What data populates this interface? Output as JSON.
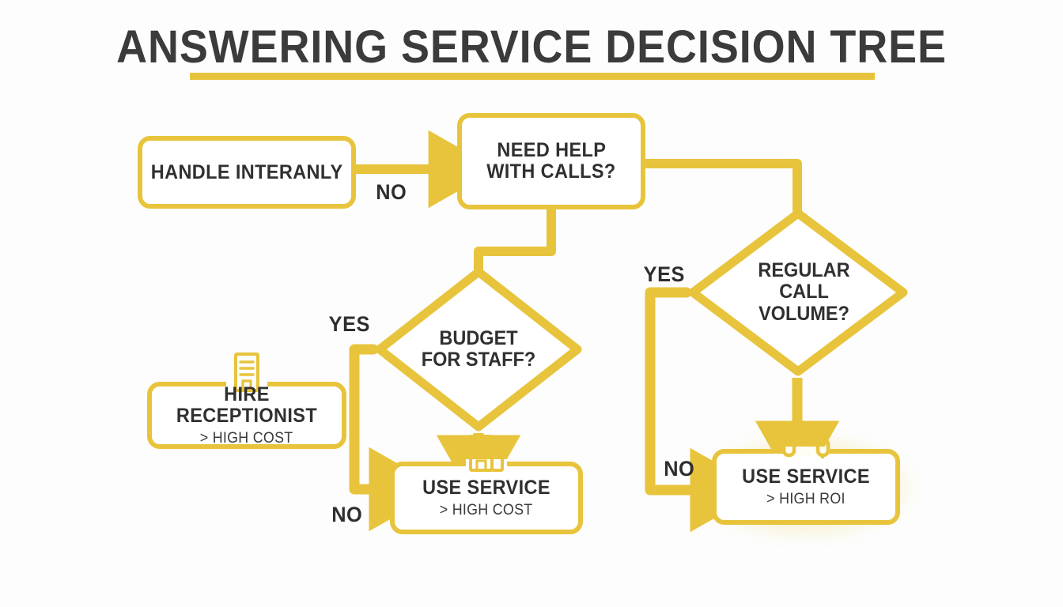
{
  "header": {
    "title": "ANSWERING SERVICE DECISION TREE",
    "rule_color": "#E8C43C"
  },
  "theme": {
    "accent": "#E8C43C",
    "accent_light": "#EFCE5B",
    "text": "#303030",
    "background": "#FCFDFC",
    "node_fill": "#FFFFFF"
  },
  "diagram": {
    "type": "decision-tree",
    "nodes": [
      {
        "id": "handle-internally",
        "shape": "rounded-rect",
        "label": "HANDLE INTERANLY",
        "sub": "",
        "icon": ""
      },
      {
        "id": "need-help-with-calls",
        "shape": "rounded-rect",
        "label_line1": "NEED HELP",
        "label_line2": "WITH CALLS?",
        "icon": ""
      },
      {
        "id": "budget-for-staff",
        "shape": "diamond",
        "label_line1": "BUDGET",
        "label_line2": "FOR STAFF?"
      },
      {
        "id": "regular-call-volume",
        "shape": "diamond",
        "label_line1": "REGULAR",
        "label_line2": "CALL",
        "label_line3": "VOLUME?"
      },
      {
        "id": "hire-receptionist",
        "shape": "rounded-rect",
        "label": "HIRE RECEPTIONIST",
        "sub": "> HIGH COST",
        "icon": "building-icon"
      },
      {
        "id": "use-service-high-cost",
        "shape": "rounded-rect",
        "label": "USE SERVICE",
        "sub": "> HIGH COST",
        "icon": "building-icon"
      },
      {
        "id": "use-service-high-roi",
        "shape": "rounded-rect",
        "label": "USE SERVICE",
        "sub": "> HIGH ROI",
        "icon": "headset-icon",
        "highlighted": true
      }
    ],
    "edges": [
      {
        "id": "need-help-no",
        "from": "need-help-with-calls",
        "to": "handle-internally",
        "label": "NO"
      },
      {
        "id": "need-help-yes",
        "from": "need-help-with-calls",
        "to": "budget-for-staff",
        "label": ""
      },
      {
        "id": "need-help-right",
        "from": "need-help-with-calls",
        "to": "regular-call-volume",
        "label": ""
      },
      {
        "id": "budget-yes",
        "from": "budget-for-staff",
        "to": "hire-receptionist",
        "label": "YES"
      },
      {
        "id": "budget-no",
        "from": "budget-for-staff",
        "to": "use-service-high-cost",
        "label": "NO"
      },
      {
        "id": "volume-yes",
        "from": "regular-call-volume",
        "to": "use-service-high-roi",
        "label": "YES"
      },
      {
        "id": "volume-no",
        "from": "regular-call-volume",
        "to": "use-service-high-roi",
        "label": "NO"
      }
    ]
  },
  "labels": {
    "no_top": "NO",
    "yes_budget": "YES",
    "no_budget": "NO",
    "yes_volume": "YES",
    "no_volume": "NO"
  }
}
